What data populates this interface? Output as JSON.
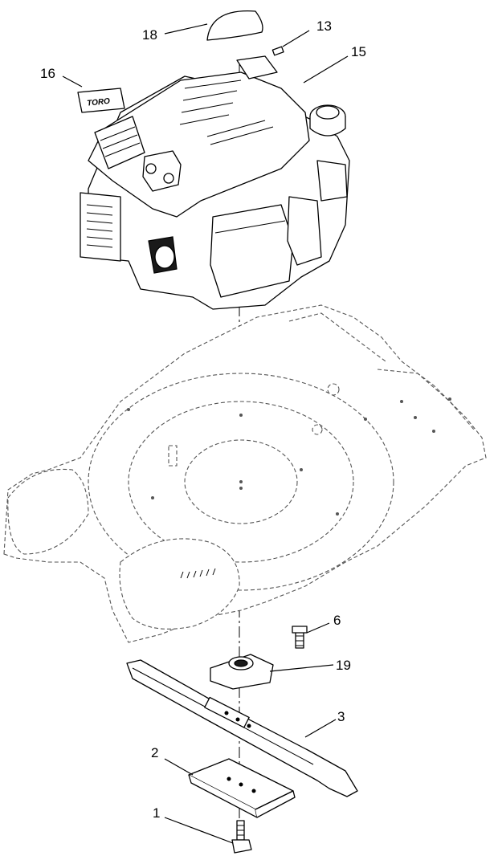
{
  "callouts": [
    {
      "id": "18",
      "label": "18"
    },
    {
      "id": "13",
      "label": "13"
    },
    {
      "id": "15",
      "label": "15"
    },
    {
      "id": "16",
      "label": "16"
    },
    {
      "id": "6",
      "label": "6"
    },
    {
      "id": "19",
      "label": "19"
    },
    {
      "id": "3",
      "label": "3"
    },
    {
      "id": "2",
      "label": "2"
    },
    {
      "id": "1",
      "label": "1"
    }
  ],
  "decal_logo": "TORO"
}
